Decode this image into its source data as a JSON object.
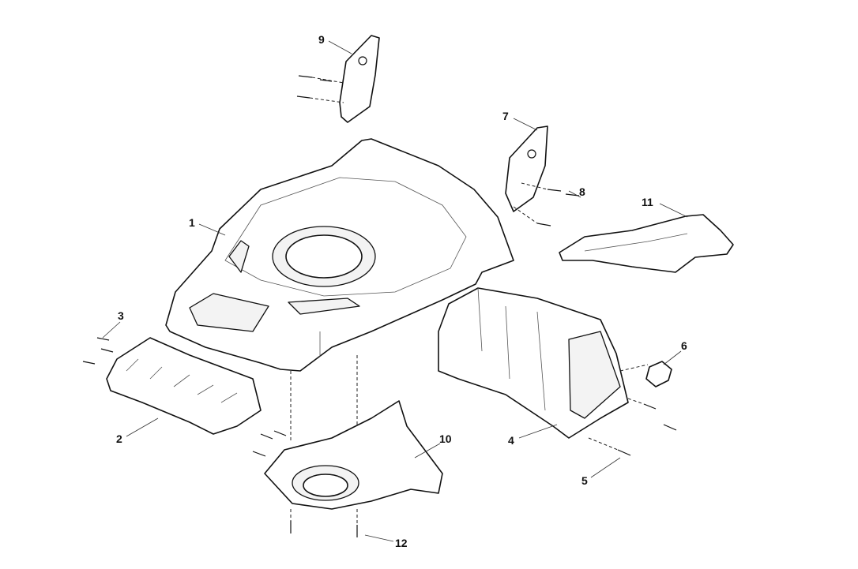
{
  "diagram": {
    "type": "exploded-parts-diagram",
    "callouts": [
      {
        "id": "9",
        "label": "9"
      },
      {
        "id": "7",
        "label": "7"
      },
      {
        "id": "8",
        "label": "8"
      },
      {
        "id": "11",
        "label": "11"
      },
      {
        "id": "1",
        "label": "1"
      },
      {
        "id": "3",
        "label": "3"
      },
      {
        "id": "6",
        "label": "6"
      },
      {
        "id": "2",
        "label": "2"
      },
      {
        "id": "10",
        "label": "10"
      },
      {
        "id": "4",
        "label": "4"
      },
      {
        "id": "5",
        "label": "5"
      },
      {
        "id": "12",
        "label": "12"
      }
    ]
  }
}
